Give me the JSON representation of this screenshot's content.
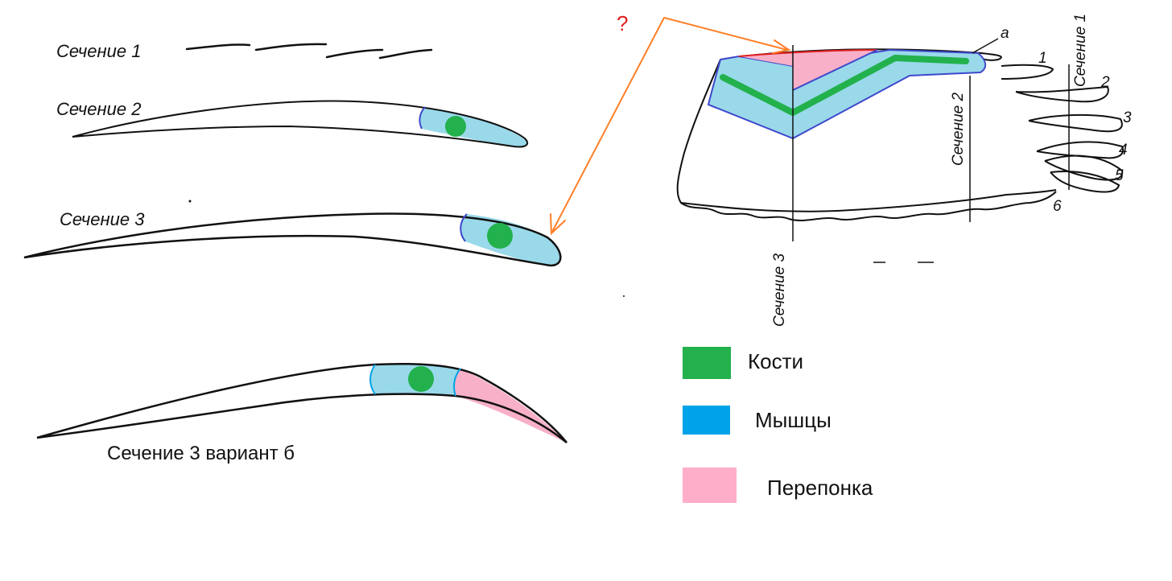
{
  "sections_left": {
    "section1_label": "Сечение 1",
    "section2_label": "Сечение 2",
    "section3_label": "Сечение 3",
    "section3b_label": "Сечение 3 вариант б"
  },
  "wing_diagram": {
    "question_mark": "?",
    "label_a": "а",
    "num1": "1",
    "num2": "2",
    "num3": "3",
    "num4": "4",
    "num5": "5",
    "num6": "6",
    "vert_section1": "Сечение 1",
    "vert_section2": "Сечение 2",
    "vert_section3": "Сечение 3"
  },
  "legend": {
    "items": [
      {
        "label": "Кости",
        "color": "#22b14c"
      },
      {
        "label": "Мышцы",
        "color": "#00a2e8"
      },
      {
        "label": "Перепонка",
        "color": "#ffaec9"
      }
    ]
  },
  "colors": {
    "muscle_fill": "#99d9ea",
    "bone": "#22b14c",
    "membrane": "#f7b0c8",
    "outline_blue": "#3f48cc",
    "arrow_orange": "#ff7f27"
  }
}
